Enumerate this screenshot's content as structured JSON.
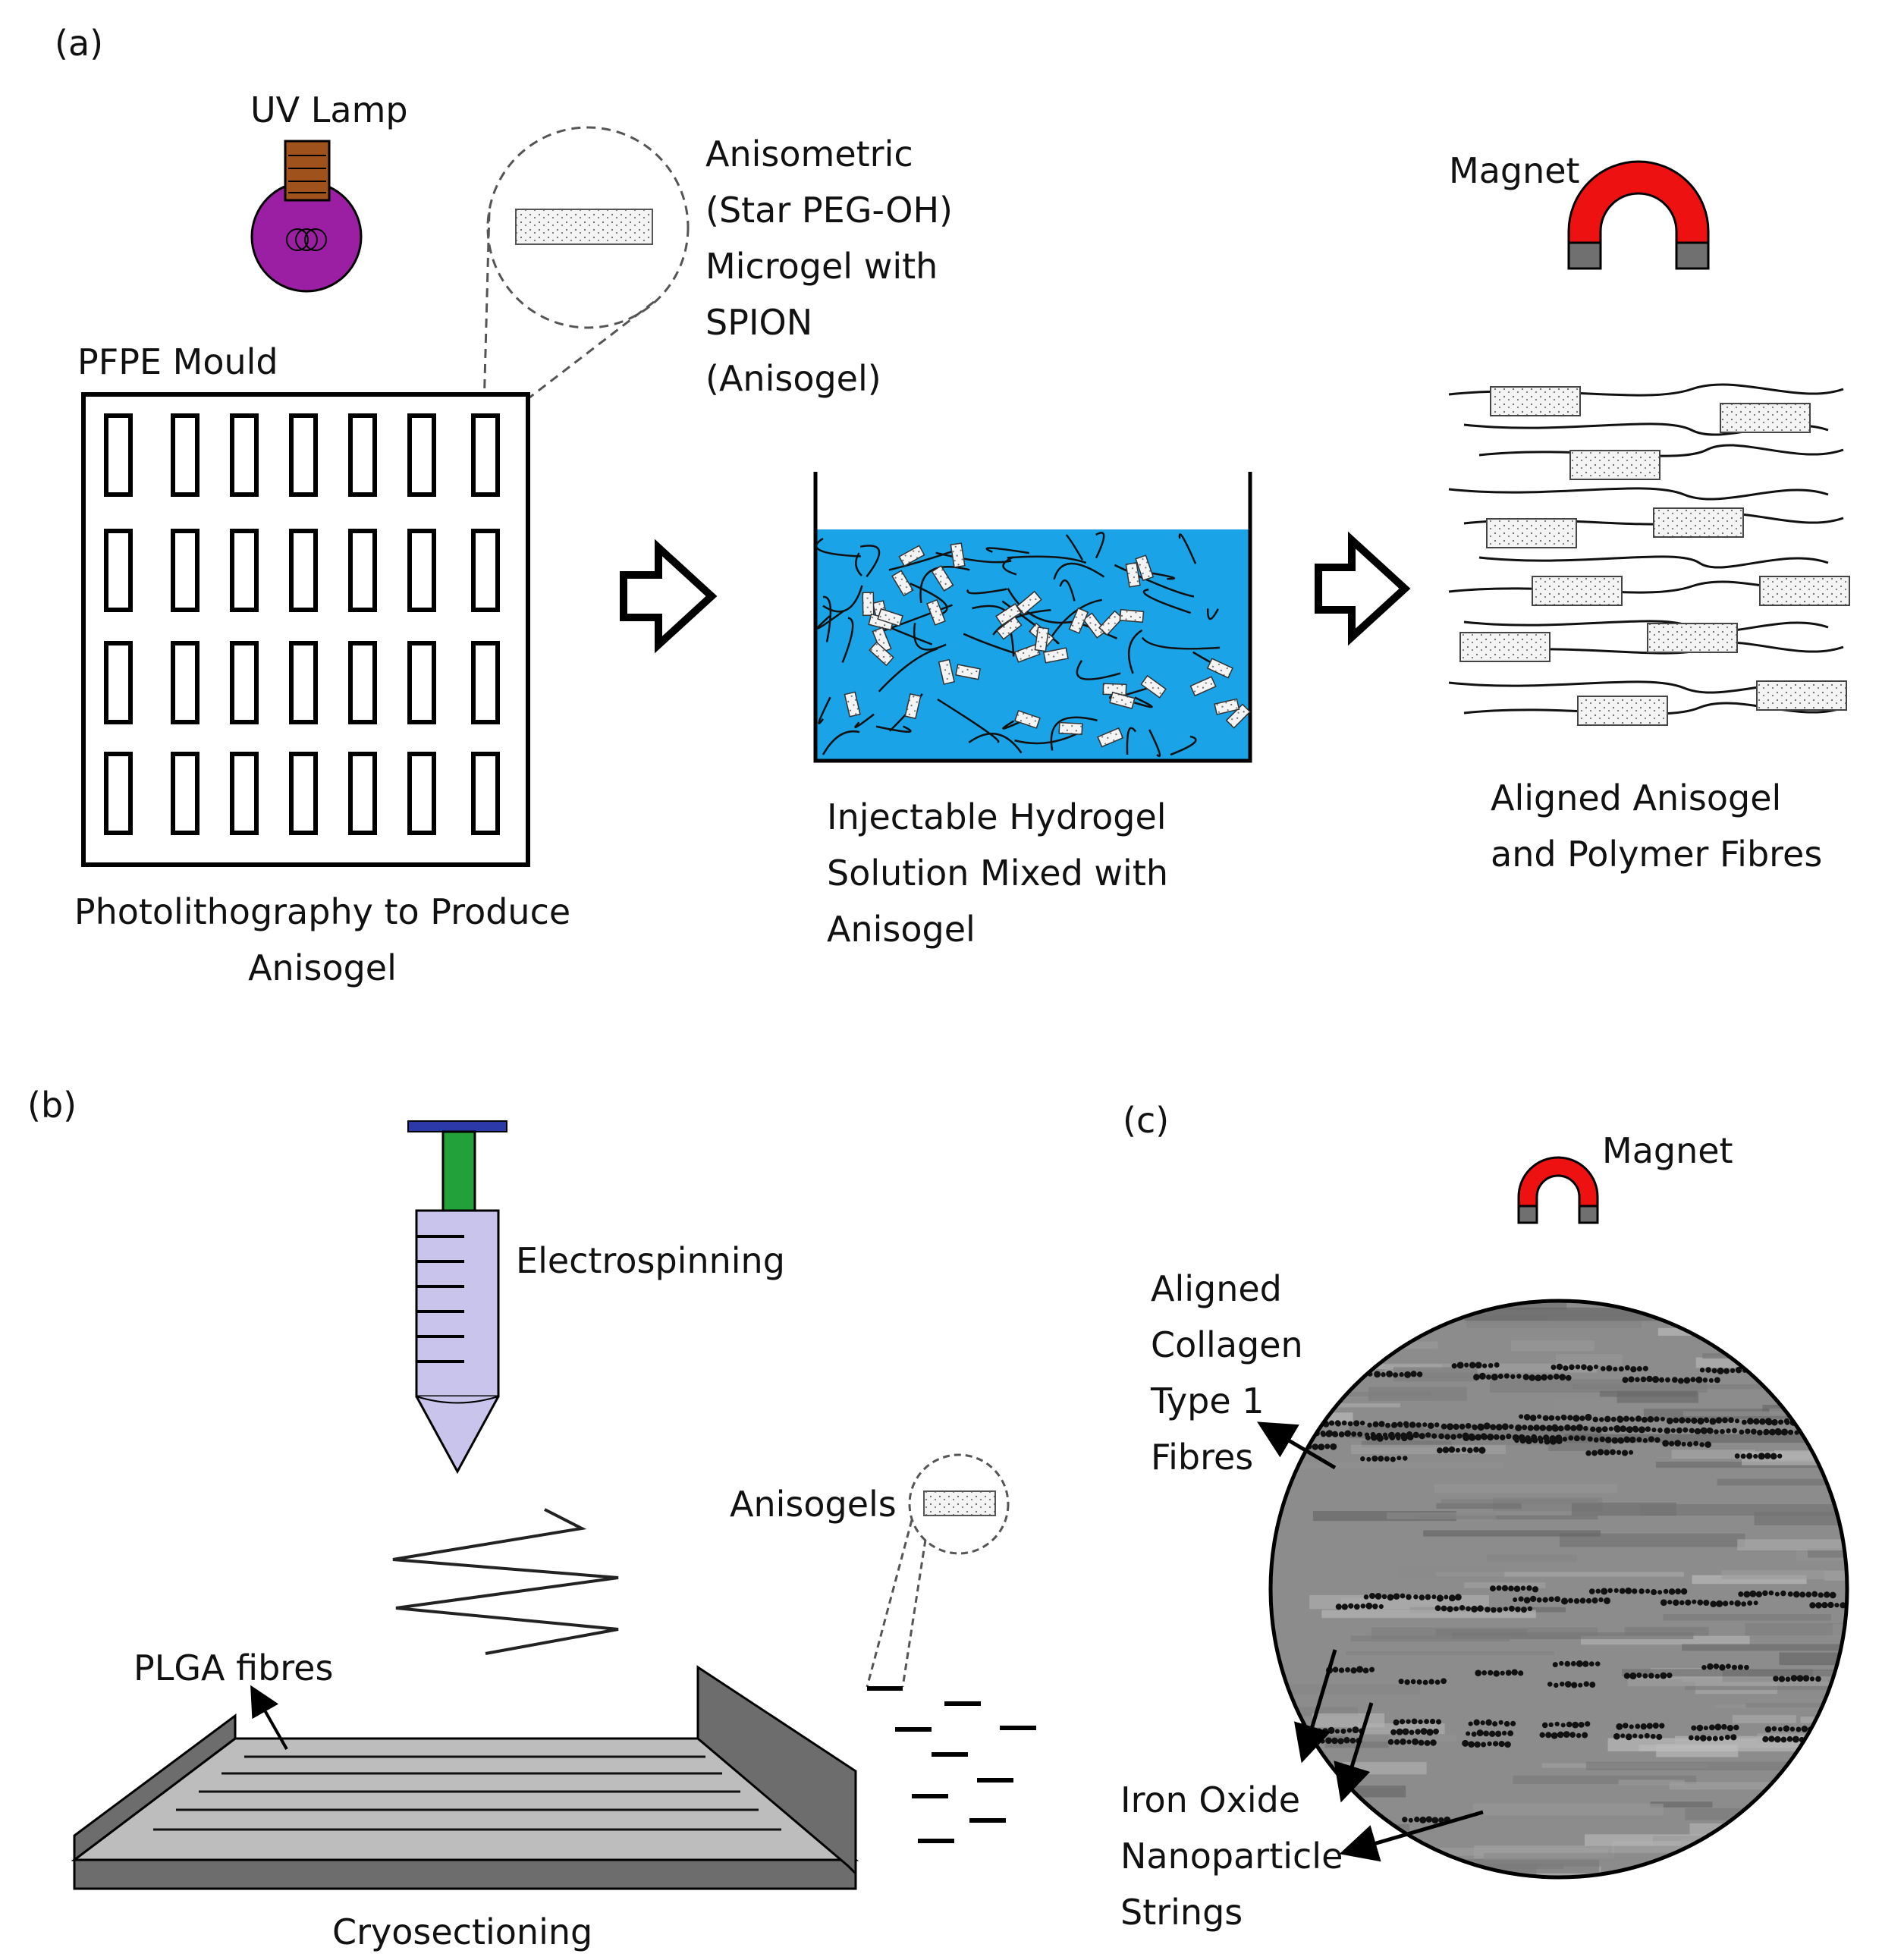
{
  "panel_a": {
    "panel_label": "(a)",
    "uv_lamp": "UV Lamp",
    "pfpe_mould": "PFPE Mould",
    "microgel_desc": [
      "Anisometric",
      "(Star PEG-OH)",
      "Microgel with",
      "SPION",
      "(Anisogel)"
    ],
    "photolithography": [
      "Photolithography to Produce",
      "Anisogel"
    ],
    "injectable": [
      "Injectable Hydrogel",
      "Solution Mixed with",
      "Anisogel"
    ],
    "magnet": "Magnet",
    "aligned": [
      "Aligned Anisogel",
      "and Polymer Fibres"
    ]
  },
  "panel_b": {
    "panel_label": "(b)",
    "electrospinning": "Electrospinning",
    "anisogels": "Anisogels",
    "plga": "PLGA fibres",
    "cryosectioning": "Cryosectioning"
  },
  "panel_c": {
    "panel_label": "(c)",
    "magnet": "Magnet",
    "collagen": [
      "Aligned",
      "Collagen",
      "Type 1",
      "Fibres"
    ],
    "iron_oxide": [
      "Iron Oxide",
      "Nanoparticle",
      "Strings"
    ]
  },
  "colors": {
    "lamp_bulb": "#9b1fa3",
    "lamp_base": "#a0521d",
    "water": "#1aa3e6",
    "magnet_red": "#ee1111",
    "magnet_pole": "#707070",
    "plunger_green": "#22a03a",
    "plunger_cap": "#2b3aa8",
    "syringe_body": "#c9c4ec",
    "tray_top": "#bdbdbd",
    "tray_wall": "#707070",
    "tissue": "#8c8c8c"
  },
  "icons": [
    "uv-lamp-icon",
    "magnet-icon",
    "syringe-icon",
    "arrow-right-icon"
  ]
}
